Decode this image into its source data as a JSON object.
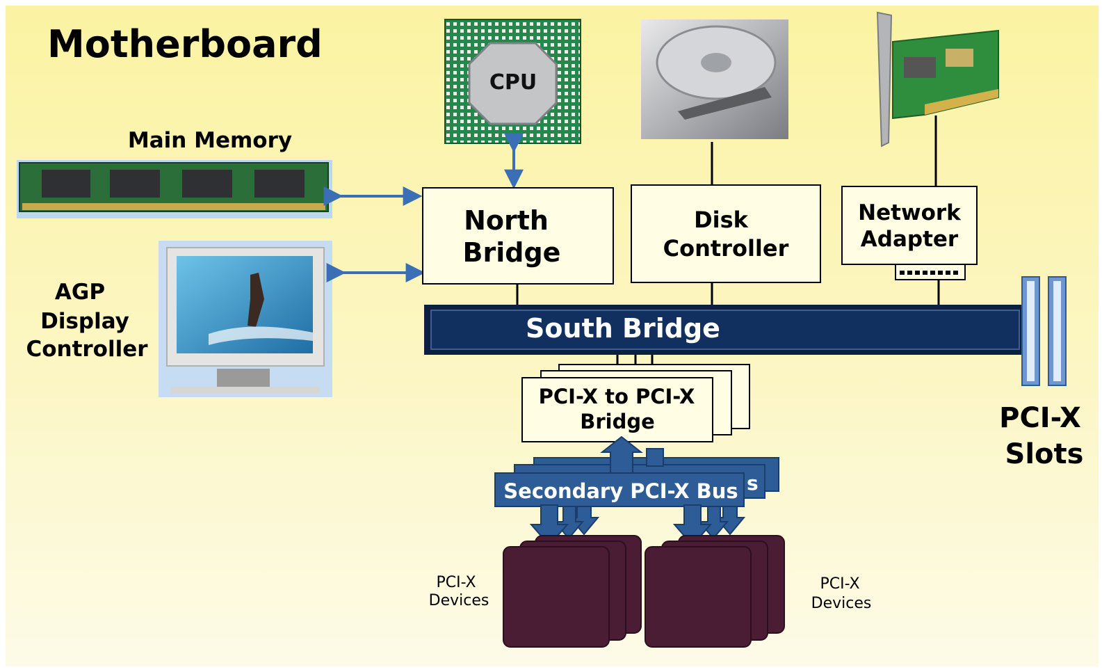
{
  "title": "Motherboard",
  "cpu_label": "CPU",
  "main_memory_label": "Main Memory",
  "agp_label": [
    "AGP",
    "Display",
    "Controller"
  ],
  "north_bridge": [
    "North",
    "Bridge"
  ],
  "disk_controller": [
    "Disk",
    "Controller"
  ],
  "network_adapter": [
    "Network",
    "Adapter"
  ],
  "south_bridge": "South Bridge",
  "pcix_bridge": [
    "PCI-X to PCI-X",
    "Bridge"
  ],
  "secondary_bus": "Secondary PCI-X Bus",
  "pcix_slots": [
    "PCI-X",
    "Slots"
  ],
  "pcix_devices_left": [
    "PCI-X",
    "Devices"
  ],
  "pcix_devices_right": [
    "PCI-X",
    "Devices"
  ],
  "colors": {
    "background_top": "#fbf3a2",
    "background_bottom": "#fdfbe6",
    "box_fill": "#fffde4",
    "south_bridge": "#12305f",
    "bus_blue": "#2d5c97",
    "arrow_blue": "#3a6fb5",
    "device_fill": "#4a1d35",
    "cpu_green": "#1f8a4c"
  }
}
